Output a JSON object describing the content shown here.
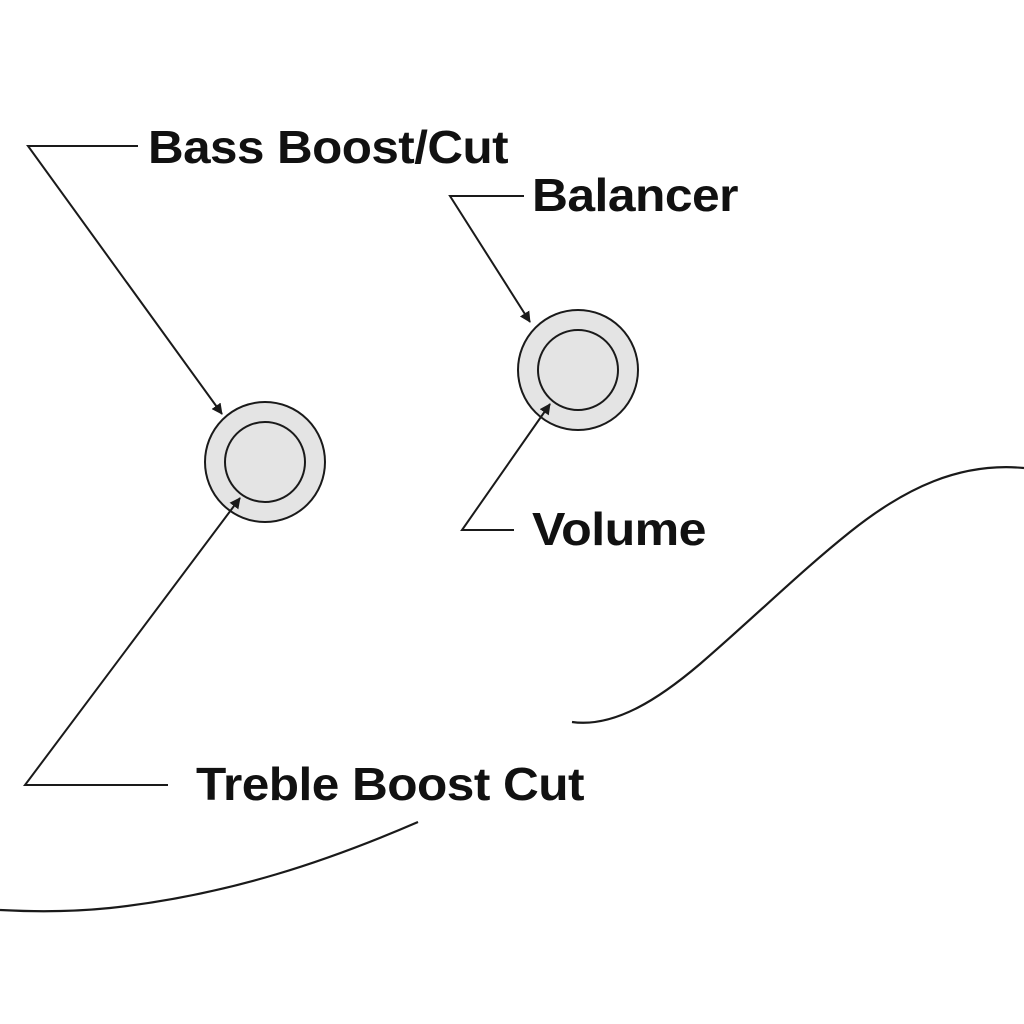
{
  "labels": {
    "bass": "Bass Boost/Cut",
    "balancer": "Balancer",
    "volume": "Volume",
    "treble": "Treble Boost Cut"
  },
  "colors": {
    "knob_fill": "#e4e4e4",
    "ink": "#111111",
    "background": "#ffffff"
  }
}
